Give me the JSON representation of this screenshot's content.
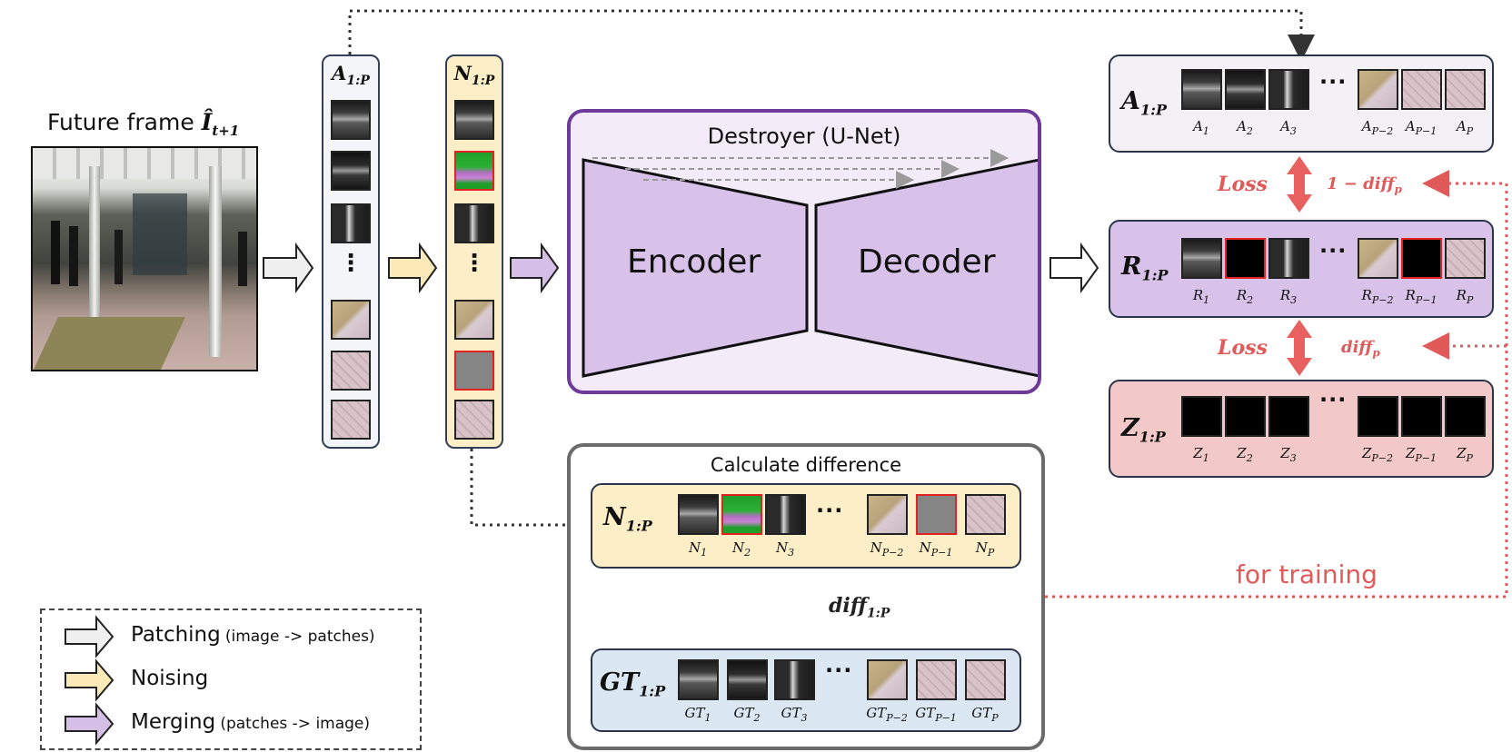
{
  "future_frame": {
    "label": "Future frame",
    "symbol": "Î",
    "subscript": "t+1"
  },
  "column_a": {
    "title": "A",
    "sub": "1:P"
  },
  "column_n": {
    "title": "N",
    "sub": "1:P"
  },
  "destroyer": {
    "title": "Destroyer (U-Net)",
    "encoder": "Encoder",
    "decoder": "Decoder"
  },
  "calc": {
    "title": "Calculate difference",
    "diff_label": "diff",
    "diff_sub": "1:P"
  },
  "rows": {
    "a": {
      "letter": "A",
      "sub": "1:P",
      "caps": [
        "A",
        "A",
        "A",
        "A",
        "A",
        "A"
      ],
      "subs": [
        "1",
        "2",
        "3",
        "P−2",
        "P−1",
        "P"
      ]
    },
    "r": {
      "letter": "R",
      "sub": "1:P",
      "caps": [
        "R",
        "R",
        "R",
        "R",
        "R",
        "R"
      ],
      "subs": [
        "1",
        "2",
        "3",
        "P−2",
        "P−1",
        "P"
      ]
    },
    "z": {
      "letter": "Z",
      "sub": "1:P",
      "caps": [
        "Z",
        "Z",
        "Z",
        "Z",
        "Z",
        "Z"
      ],
      "subs": [
        "1",
        "2",
        "3",
        "P−2",
        "P−1",
        "P"
      ]
    },
    "n": {
      "letter": "N",
      "sub": "1:P",
      "caps": [
        "N",
        "N",
        "N",
        "N",
        "N",
        "N"
      ],
      "subs": [
        "1",
        "2",
        "3",
        "P−2",
        "P−1",
        "P"
      ]
    },
    "gt": {
      "letter": "GT",
      "sub": "1:P",
      "caps": [
        "GT",
        "GT",
        "GT",
        "GT",
        "GT",
        "GT"
      ],
      "subs": [
        "1",
        "2",
        "3",
        "P−2",
        "P−1",
        "P"
      ]
    }
  },
  "loss": {
    "label": "Loss",
    "one_minus_diff": "1 − diff",
    "diff": "diff",
    "p_sub": "p"
  },
  "for_training": "for training",
  "legend": [
    {
      "name": "Patching",
      "detail": "(image -> patches)",
      "color": "#efefef"
    },
    {
      "name": "Noising",
      "detail": "",
      "color": "#fbeab8"
    },
    {
      "name": "Merging",
      "detail": "(patches -> image)",
      "color": "#d6bfe6"
    }
  ],
  "colors": {
    "purple_border": "#6e3a9a",
    "purple_fill": "#f1e9f7",
    "block_fill": "#d8c2ea",
    "red_accent": "#e05a5a",
    "cream": "#fcefc8",
    "blue_row": "#dbe7f3",
    "pink_row": "#f2c8c8"
  }
}
